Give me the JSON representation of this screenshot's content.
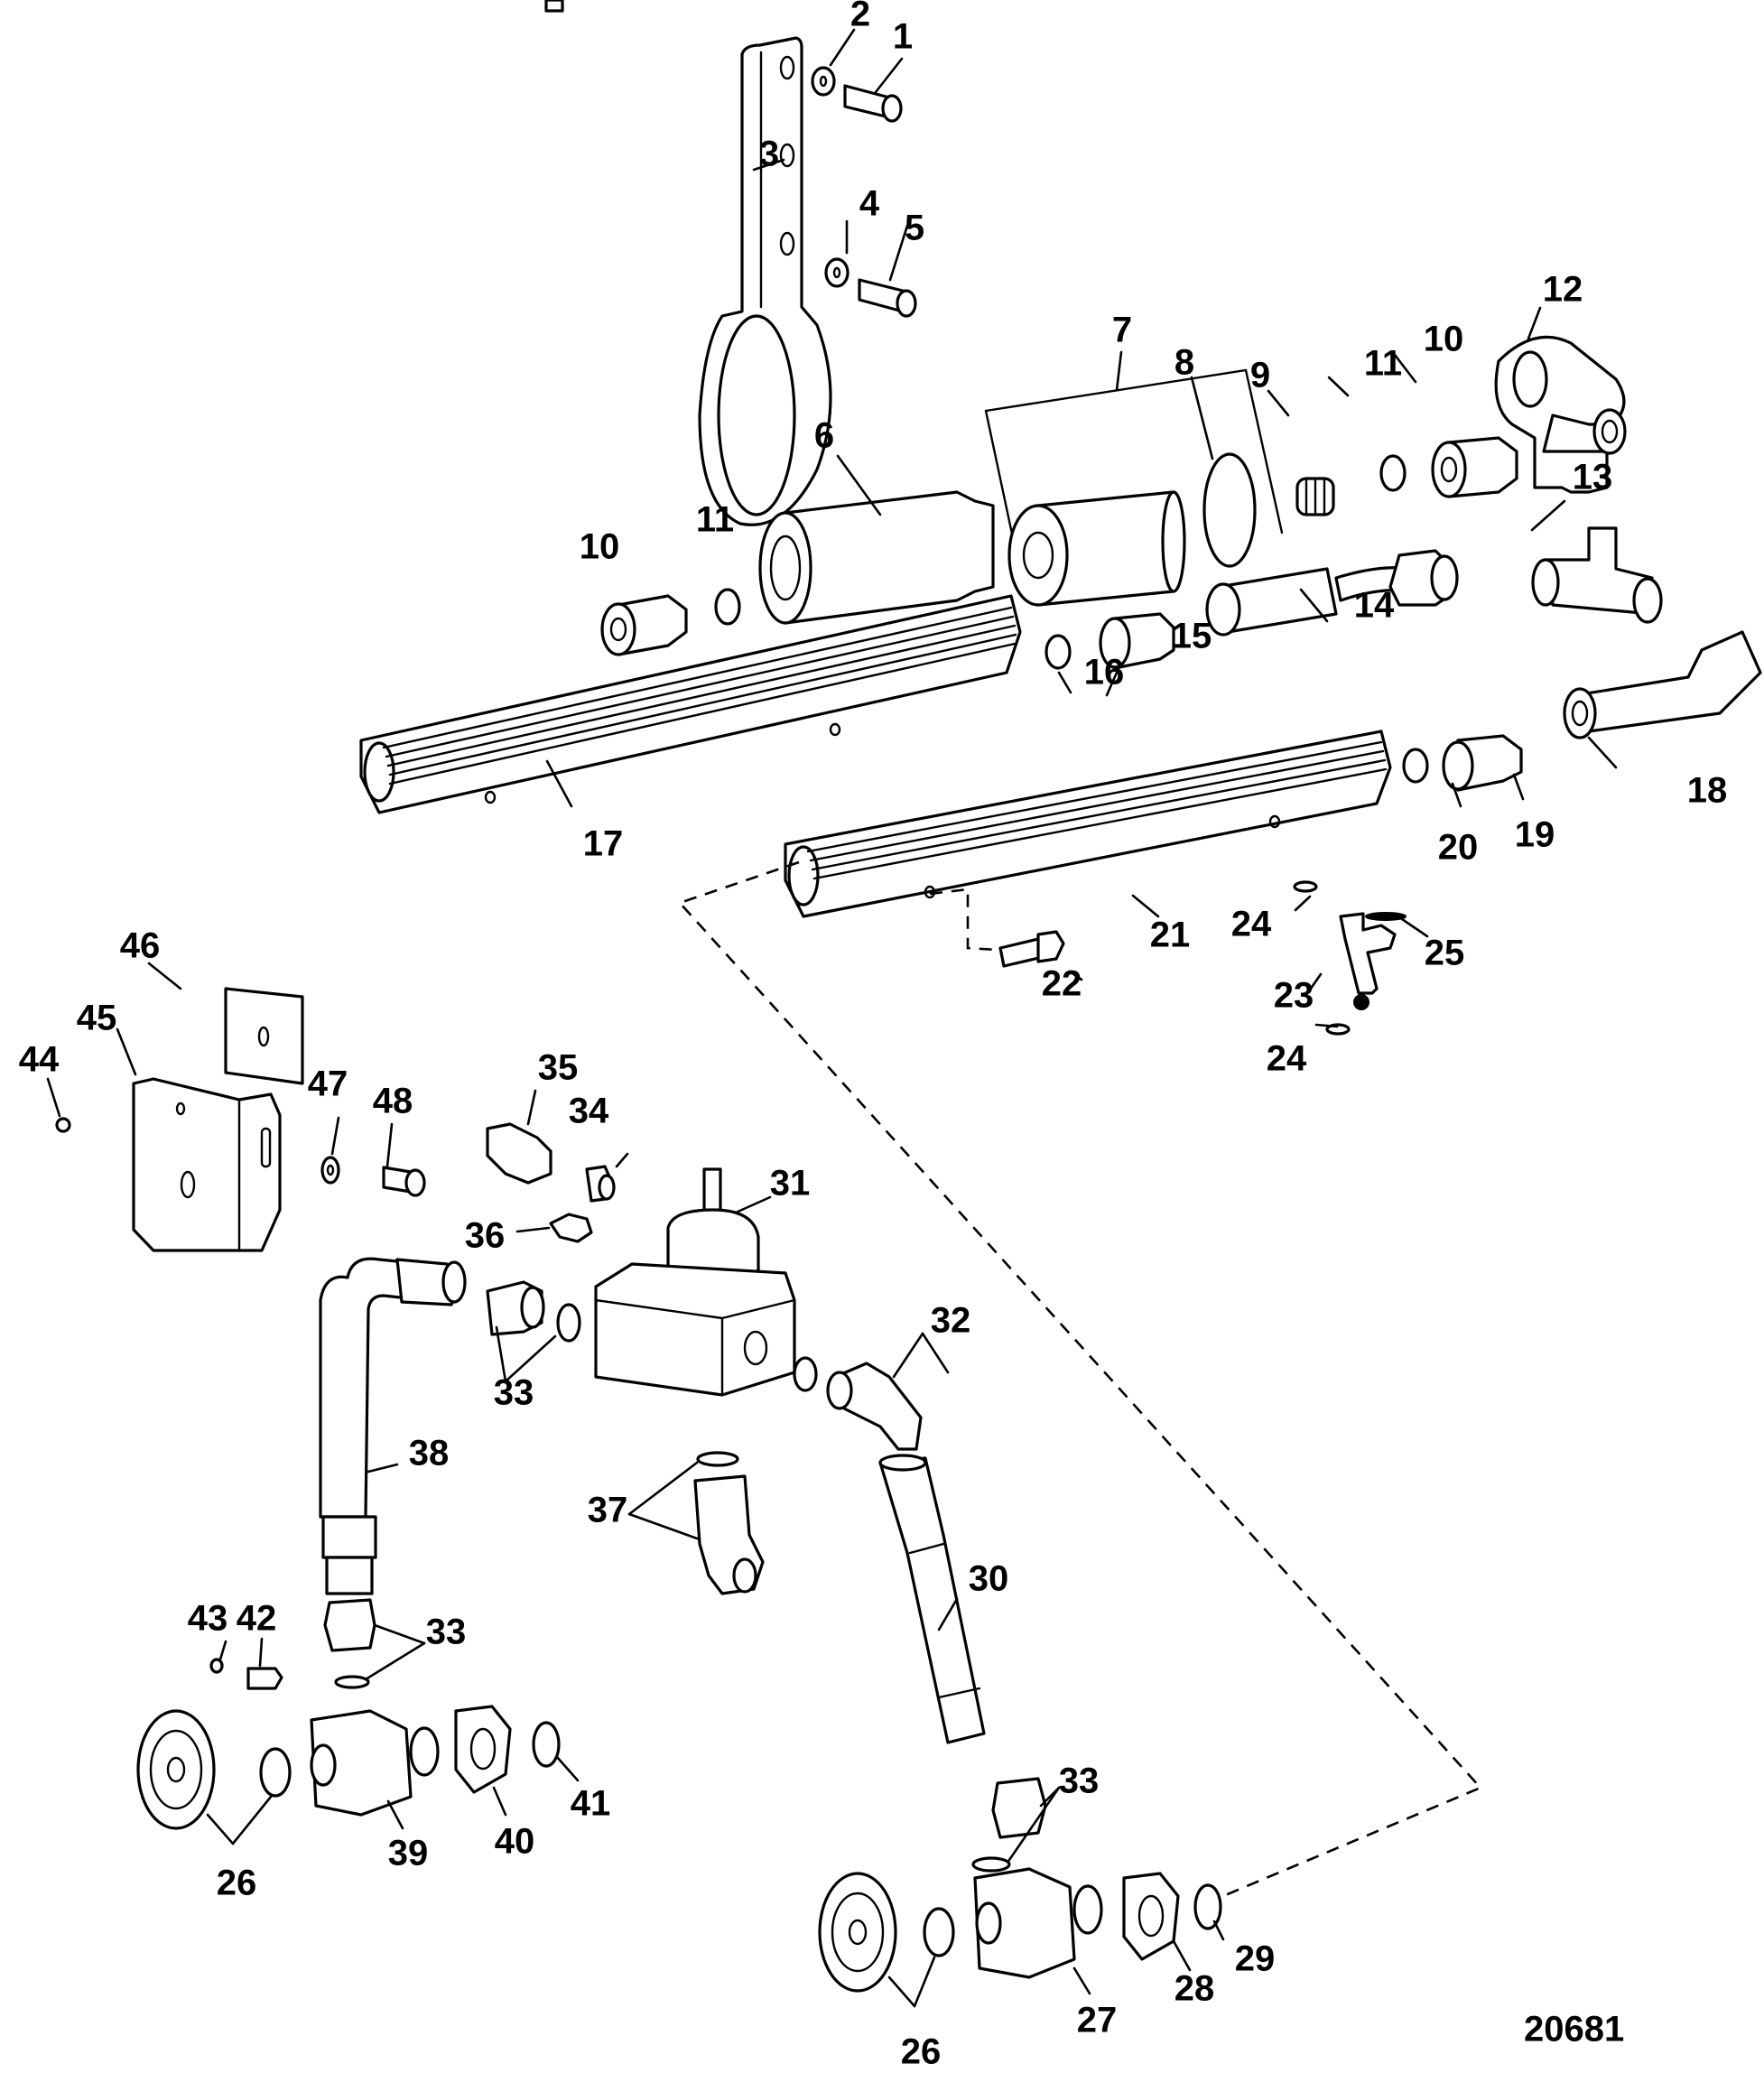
{
  "diagram": {
    "type": "exploded-parts-view",
    "figure_id": "20681",
    "colors": {
      "line": "#000000",
      "background": "#ffffff"
    },
    "callouts": [
      {
        "id": "c1",
        "label": "1"
      },
      {
        "id": "c2",
        "label": "2"
      },
      {
        "id": "c3",
        "label": "3"
      },
      {
        "id": "c4",
        "label": "4"
      },
      {
        "id": "c5",
        "label": "5"
      },
      {
        "id": "c6",
        "label": "6"
      },
      {
        "id": "c7",
        "label": "7"
      },
      {
        "id": "c8",
        "label": "8"
      },
      {
        "id": "c9",
        "label": "9"
      },
      {
        "id": "c10a",
        "label": "10"
      },
      {
        "id": "c10b",
        "label": "10"
      },
      {
        "id": "c11a",
        "label": "11"
      },
      {
        "id": "c11b",
        "label": "11"
      },
      {
        "id": "c12",
        "label": "12"
      },
      {
        "id": "c13",
        "label": "13"
      },
      {
        "id": "c14",
        "label": "14"
      },
      {
        "id": "c15",
        "label": "15"
      },
      {
        "id": "c16",
        "label": "16"
      },
      {
        "id": "c17",
        "label": "17"
      },
      {
        "id": "c18",
        "label": "18"
      },
      {
        "id": "c19",
        "label": "19"
      },
      {
        "id": "c20",
        "label": "20"
      },
      {
        "id": "c21",
        "label": "21"
      },
      {
        "id": "c22",
        "label": "22"
      },
      {
        "id": "c23",
        "label": "23"
      },
      {
        "id": "c24a",
        "label": "24"
      },
      {
        "id": "c24b",
        "label": "24"
      },
      {
        "id": "c25",
        "label": "25"
      },
      {
        "id": "c26a",
        "label": "26"
      },
      {
        "id": "c26b",
        "label": "26"
      },
      {
        "id": "c27",
        "label": "27"
      },
      {
        "id": "c28",
        "label": "28"
      },
      {
        "id": "c29",
        "label": "29"
      },
      {
        "id": "c30",
        "label": "30"
      },
      {
        "id": "c31",
        "label": "31"
      },
      {
        "id": "c32",
        "label": "32"
      },
      {
        "id": "c33a",
        "label": "33"
      },
      {
        "id": "c33b",
        "label": "33"
      },
      {
        "id": "c33c",
        "label": "33"
      },
      {
        "id": "c34",
        "label": "34"
      },
      {
        "id": "c35",
        "label": "35"
      },
      {
        "id": "c36",
        "label": "36"
      },
      {
        "id": "c37",
        "label": "37"
      },
      {
        "id": "c38",
        "label": "38"
      },
      {
        "id": "c39",
        "label": "39"
      },
      {
        "id": "c40",
        "label": "40"
      },
      {
        "id": "c41",
        "label": "41"
      },
      {
        "id": "c42",
        "label": "42"
      },
      {
        "id": "c43",
        "label": "43"
      },
      {
        "id": "c44",
        "label": "44"
      },
      {
        "id": "c45",
        "label": "45"
      },
      {
        "id": "c46",
        "label": "46"
      },
      {
        "id": "c47",
        "label": "47"
      },
      {
        "id": "c48",
        "label": "48"
      }
    ]
  }
}
